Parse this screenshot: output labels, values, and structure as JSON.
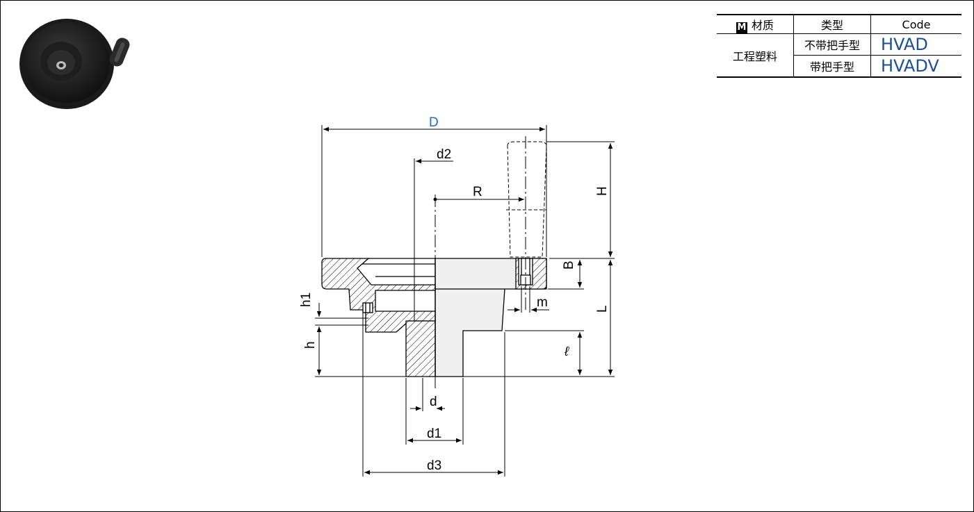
{
  "table": {
    "header": {
      "material_badge": "M",
      "material_label": "材质",
      "type_label": "类型",
      "code_label": "Code"
    },
    "material": "工程塑料",
    "rows": [
      {
        "type": "不带把手型",
        "code": "HVAD"
      },
      {
        "type": "带把手型",
        "code": "HVADV"
      }
    ]
  },
  "dimensions": {
    "D": "D",
    "d2": "d2",
    "R": "R",
    "H": "H",
    "B": "B",
    "m": "m",
    "L": "L",
    "l": "ℓ",
    "h1": "h1",
    "h": "h",
    "d": "d",
    "d1": "d1",
    "d3": "d3"
  },
  "colors": {
    "D_label": "#1b70b8",
    "code_text": "#1b4f93"
  },
  "photo": {
    "icon": "handwheel-photo"
  }
}
